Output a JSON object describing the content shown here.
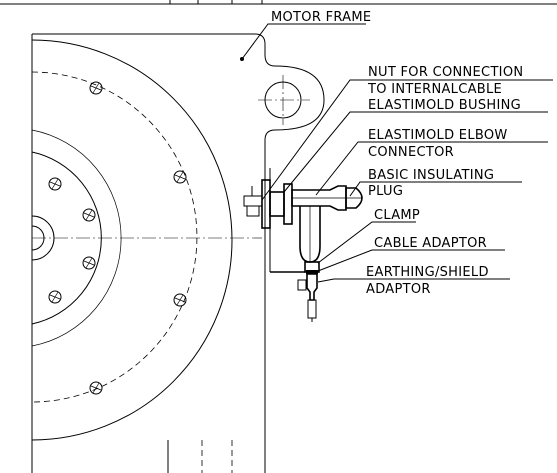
{
  "labels": {
    "motor_frame": "MOTOR FRAME",
    "nut_line1": "NUT FOR CONNECTION",
    "nut_line2": "TO INTERNALCABLE",
    "bushing": "ELASTIMOLD BUSHING",
    "elbow_line1": "ELASTIMOLD ELBOW",
    "elbow_line2": "CONNECTOR",
    "plug_line1": "BASIC INSULATING",
    "plug_line2": "PLUG",
    "clamp": "CLAMP",
    "cable_adaptor": "CABLE ADAPTOR",
    "earthing_line1": "EARTHING/SHIELD",
    "earthing_line2": "ADAPTOR"
  }
}
